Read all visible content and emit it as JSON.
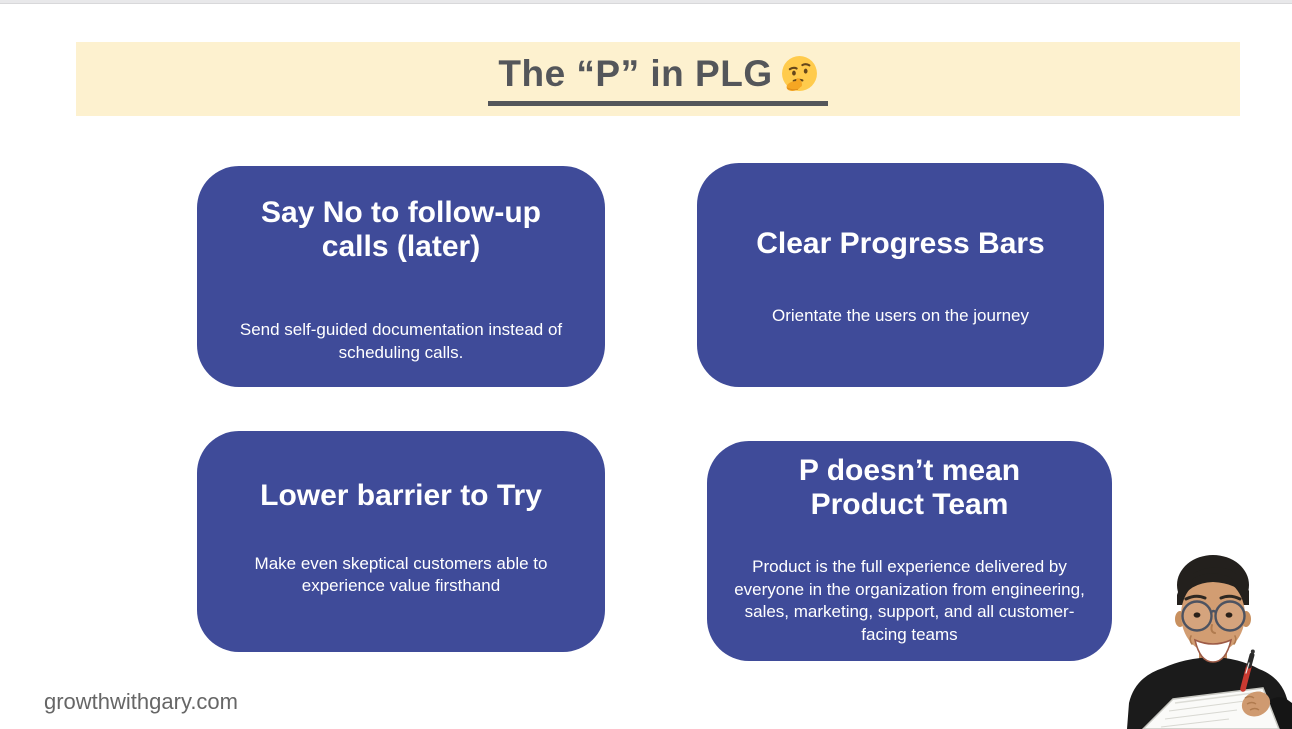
{
  "slide": {
    "background": "#ffffff",
    "top_bar_color": "#e8e8ea"
  },
  "header": {
    "title": "The “P” in PLG",
    "emoji_char": "🤔",
    "emoji_name": "thinking-face",
    "banner_color": "#FDF1CF",
    "text_color": "#54565A"
  },
  "card_style": {
    "background": "#3F4B99",
    "text_color": "#ffffff"
  },
  "cards": [
    {
      "title": "Say No to follow-up calls (later)",
      "description": "Send self-guided documentation instead of scheduling calls."
    },
    {
      "title": "Clear Progress Bars",
      "description": "Orientate the users on the journey"
    },
    {
      "title": "Lower barrier to Try",
      "description": "Make even skeptical customers able to experience value firsthand"
    },
    {
      "title": "P doesn’t mean Product Team",
      "description": "Product is the full experience delivered by everyone in the organization from engineering, sales, marketing, support, and all customer-facing teams"
    }
  ],
  "footer": {
    "website": "growthwithgary.com"
  },
  "photo": {
    "description": "Smiling man with glasses holding a notebook and pen"
  }
}
